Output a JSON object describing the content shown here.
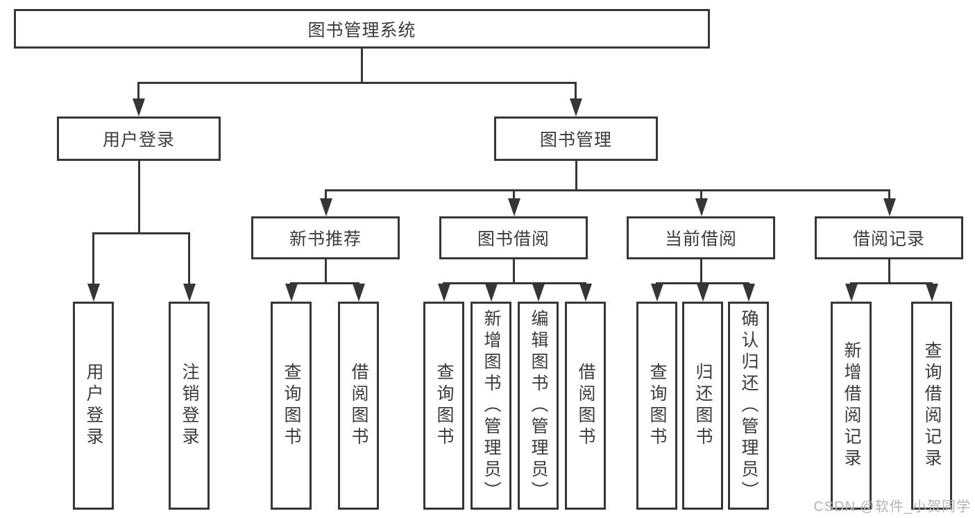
{
  "colors": {
    "line": "#363636",
    "text": "#3b3b3b",
    "background": "#ffffff",
    "watermark": "#b3b3b3"
  },
  "watermark": {
    "text": "CSDN @软件_小贺同学"
  },
  "tree": {
    "root": {
      "label": "图书管理系统"
    },
    "user_login_branch": {
      "label": "用户登录",
      "leaves": [
        {
          "label": "用户登录"
        },
        {
          "label": "注销登录"
        }
      ]
    },
    "book_mgmt_branch": {
      "label": "图书管理",
      "groups": [
        {
          "label": "新书推荐",
          "leaves": [
            {
              "label": "查询图书"
            },
            {
              "label": "借阅图书"
            }
          ]
        },
        {
          "label": "图书借阅",
          "leaves": [
            {
              "label": "查询图书"
            },
            {
              "label": "新增图书（管理员）"
            },
            {
              "label": "编辑图书（管理员）"
            },
            {
              "label": "借阅图书"
            }
          ]
        },
        {
          "label": "当前借阅",
          "leaves": [
            {
              "label": "查询图书"
            },
            {
              "label": "归还图书"
            },
            {
              "label": "确认归还（管理员）"
            }
          ]
        },
        {
          "label": "借阅记录",
          "leaves": [
            {
              "label": "新增借阅记录"
            },
            {
              "label": "查询借阅记录"
            }
          ]
        }
      ]
    }
  }
}
